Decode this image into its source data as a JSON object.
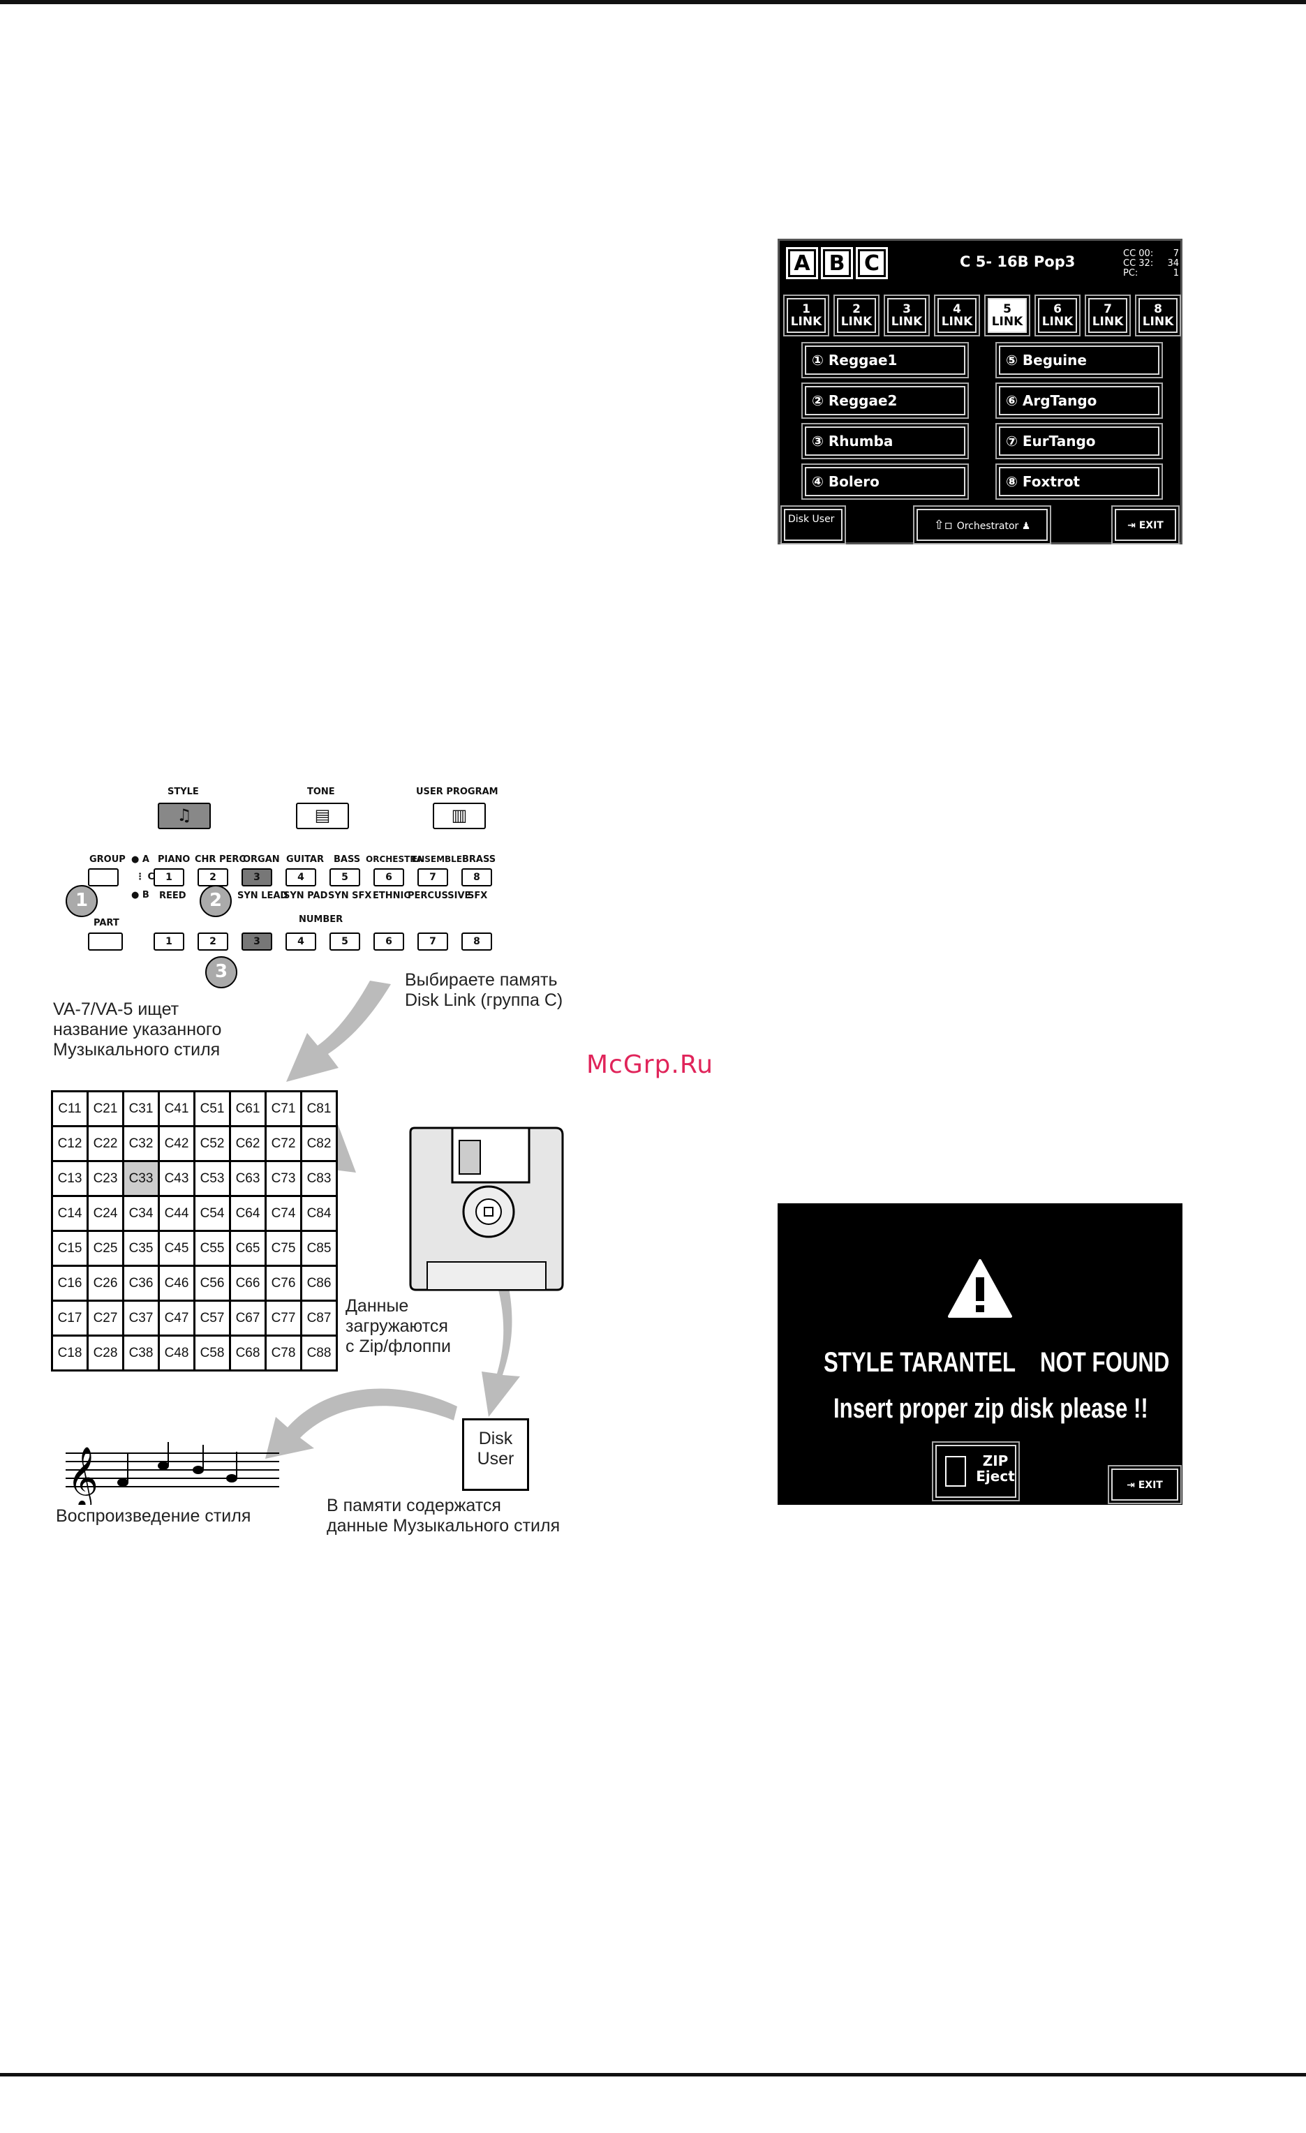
{
  "lcd_style_select": {
    "tabs": [
      "A",
      "B",
      "C"
    ],
    "current": "C 5- 16B Pop3",
    "cc": [
      {
        "label": "CC 00:",
        "value": "7"
      },
      {
        "label": "CC 32:",
        "value": "34"
      },
      {
        "label": "PC:",
        "value": "1"
      }
    ],
    "links": [
      {
        "num": "1",
        "label": "LINK"
      },
      {
        "num": "2",
        "label": "LINK"
      },
      {
        "num": "3",
        "label": "LINK"
      },
      {
        "num": "4",
        "label": "LINK"
      },
      {
        "num": "5",
        "label": "LINK"
      },
      {
        "num": "6",
        "label": "LINK"
      },
      {
        "num": "7",
        "label": "LINK"
      },
      {
        "num": "8",
        "label": "LINK"
      }
    ],
    "styles": [
      "① Reggae1",
      "② Reggae2",
      "③ Rhumba",
      "④ Bolero",
      "⑤ Beguine",
      "⑥ ArgTango",
      "⑦ EurTango",
      "⑧ Foxtrot"
    ],
    "disk_user": "Disk User",
    "orchestrator": "Orchestrator",
    "exit": "EXIT"
  },
  "panel": {
    "style_label": "STYLE",
    "tone_label": "TONE",
    "user_program_label": "USER PROGRAM",
    "group_label": "GROUP",
    "part_label": "PART",
    "ab": [
      "A",
      "C",
      "B"
    ],
    "number_label": "NUMBER",
    "upper_labels": [
      "PIANO",
      "CHR PERC",
      "ORGAN",
      "GUITAR",
      "BASS",
      "ORCHESTRA",
      "ENSEMBLE",
      "BRASS"
    ],
    "lower_labels": [
      "REED",
      "P",
      "SYN LEAD",
      "SYN PAD",
      "SYN SFX",
      "ETHNIC",
      "PERCUSSIVE",
      "SFX"
    ],
    "numbers": [
      "1",
      "2",
      "3",
      "4",
      "5",
      "6",
      "7",
      "8"
    ],
    "finger_steps": [
      "1",
      "2",
      "3"
    ]
  },
  "captions": {
    "select_memory": "Выбираете память\nDisk Link (группа C)",
    "va_searching": "VA-7/VA-5 ищет\nназвание указанного\nМузыкального стиля",
    "data_loaded": "Данные\nзагружаются\nс Zip/флоппи",
    "disk_user_box": "Disk\nUser",
    "playback": "Воспроизведение стиля",
    "memory_contains": "В памяти содержатся\nданные Музыкального стиля"
  },
  "grid": [
    [
      "C11",
      "C21",
      "C31",
      "C41",
      "C51",
      "C61",
      "C71",
      "C81"
    ],
    [
      "C12",
      "C22",
      "C32",
      "C42",
      "C52",
      "C62",
      "C72",
      "C82"
    ],
    [
      "C13",
      "C23",
      "C33",
      "C43",
      "C53",
      "C63",
      "C73",
      "C83"
    ],
    [
      "C14",
      "C24",
      "C34",
      "C44",
      "C54",
      "C64",
      "C74",
      "C84"
    ],
    [
      "C15",
      "C25",
      "C35",
      "C45",
      "C55",
      "C65",
      "C75",
      "C85"
    ],
    [
      "C16",
      "C26",
      "C36",
      "C46",
      "C56",
      "C66",
      "C76",
      "C86"
    ],
    [
      "C17",
      "C27",
      "C37",
      "C47",
      "C57",
      "C67",
      "C77",
      "C87"
    ],
    [
      "C18",
      "C28",
      "C38",
      "C48",
      "C58",
      "C68",
      "C78",
      "C88"
    ]
  ],
  "lcd_error": {
    "style_name": "STYLE TARANTEL",
    "status": "NOT FOUND",
    "message": "Insert proper zip disk please !!",
    "zip_button": "ZIP Eject",
    "exit": "EXIT"
  },
  "watermark": "McGrp.Ru"
}
